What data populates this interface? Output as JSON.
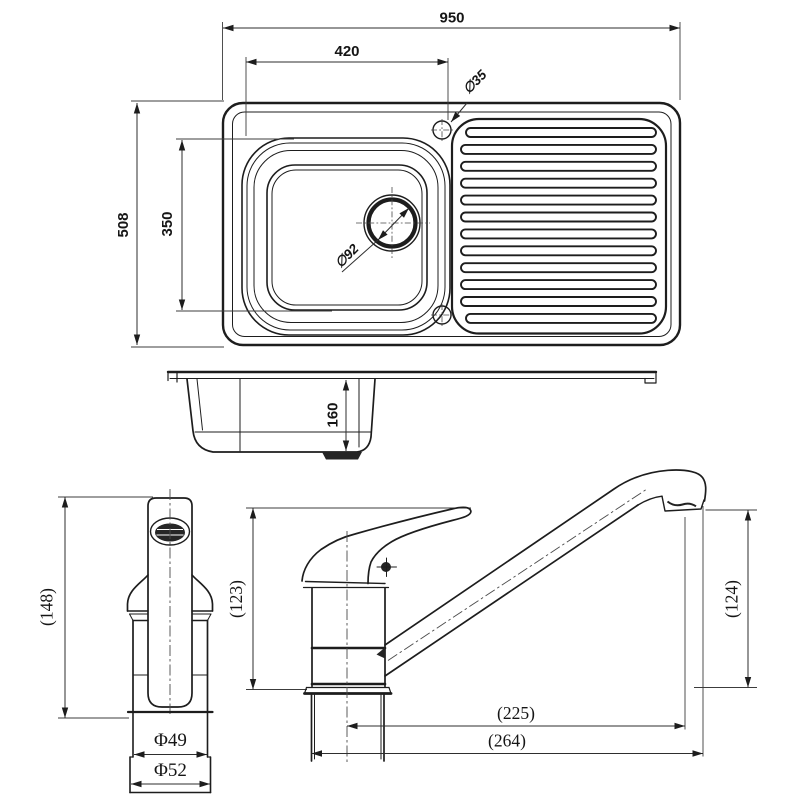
{
  "drawing": {
    "background": "#ffffff",
    "line_color": "#1d1d1d",
    "views": {
      "sink_top": {
        "dims": {
          "overall_width": "950",
          "tap_hole_offset": "420",
          "overall_depth": "508",
          "bowl_cutout_depth": "350",
          "tap_hole_diameter": "∅35",
          "drain_diameter": "∅92"
        }
      },
      "sink_section": {
        "dims": {
          "bowl_depth": "160"
        }
      },
      "tap_front": {
        "dims": {
          "overall_height": "(148)",
          "body_diameter": "Φ49",
          "base_diameter": "Φ52"
        }
      },
      "tap_side": {
        "dims": {
          "body_height": "(123)",
          "outlet_height": "(124)",
          "reach_to_outlet": "(225)",
          "overall_reach": "(264)"
        }
      }
    }
  }
}
